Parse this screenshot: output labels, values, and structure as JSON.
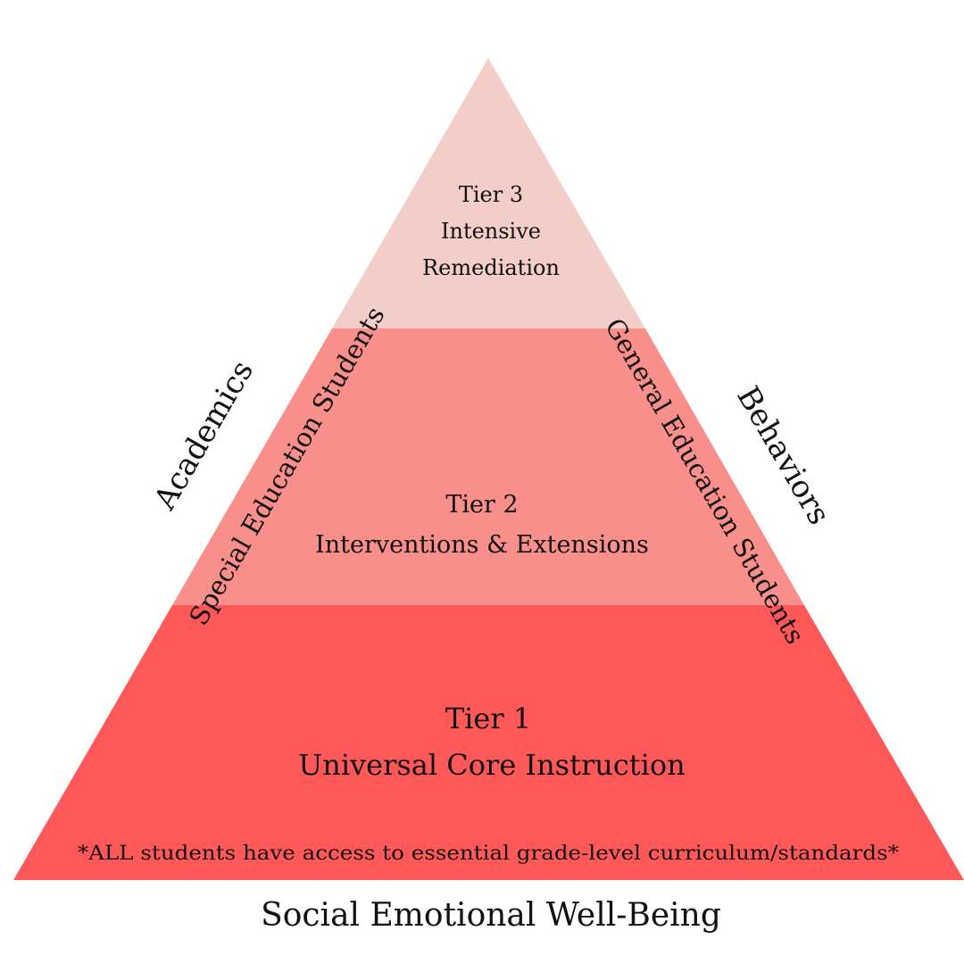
{
  "colors": {
    "tier1": "#FF5858",
    "tier2": "#F98F8A",
    "tier3": "#F3CEC9",
    "text": "#111111"
  },
  "tiers": {
    "tier3": {
      "name": "Tier 3",
      "line1": "Intensive",
      "line2": "Remediation"
    },
    "tier2": {
      "name": "Tier 2",
      "line1": "Interventions & Extensions"
    },
    "tier1": {
      "name": "Tier 1",
      "line1": "Universal Core Instruction",
      "note": "*ALL students have access to essential grade-level curriculum/standards*"
    }
  },
  "sides": {
    "left_inner": "Special Education Students",
    "left_outer": "Academics",
    "right_inner": "General Education Students",
    "right_outer": "Behaviors"
  },
  "footer": "Social Emotional Well-Being"
}
